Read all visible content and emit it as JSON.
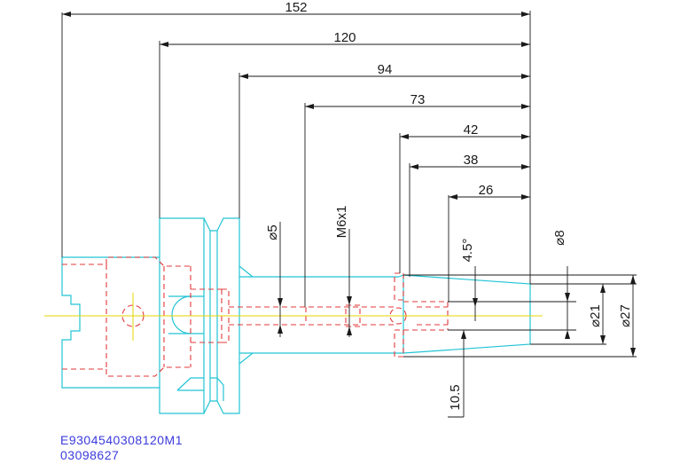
{
  "drawing": {
    "dimensions_horizontal": [
      "152",
      "120",
      "94",
      "73",
      "42",
      "38",
      "26"
    ],
    "dimensions_vertical": [
      "⌀5",
      "M6x1",
      "4.5°",
      "10.5",
      "⌀8",
      "⌀21",
      "⌀27"
    ],
    "part_code": "E9304540308120M1",
    "part_number": "03098627"
  },
  "colors": {
    "outline": "#22c4d4",
    "hidden": "#e23a3a",
    "centerline": "#e6d600",
    "dimension": "#1a1a1a",
    "text_blue": "#3b3bdc"
  }
}
